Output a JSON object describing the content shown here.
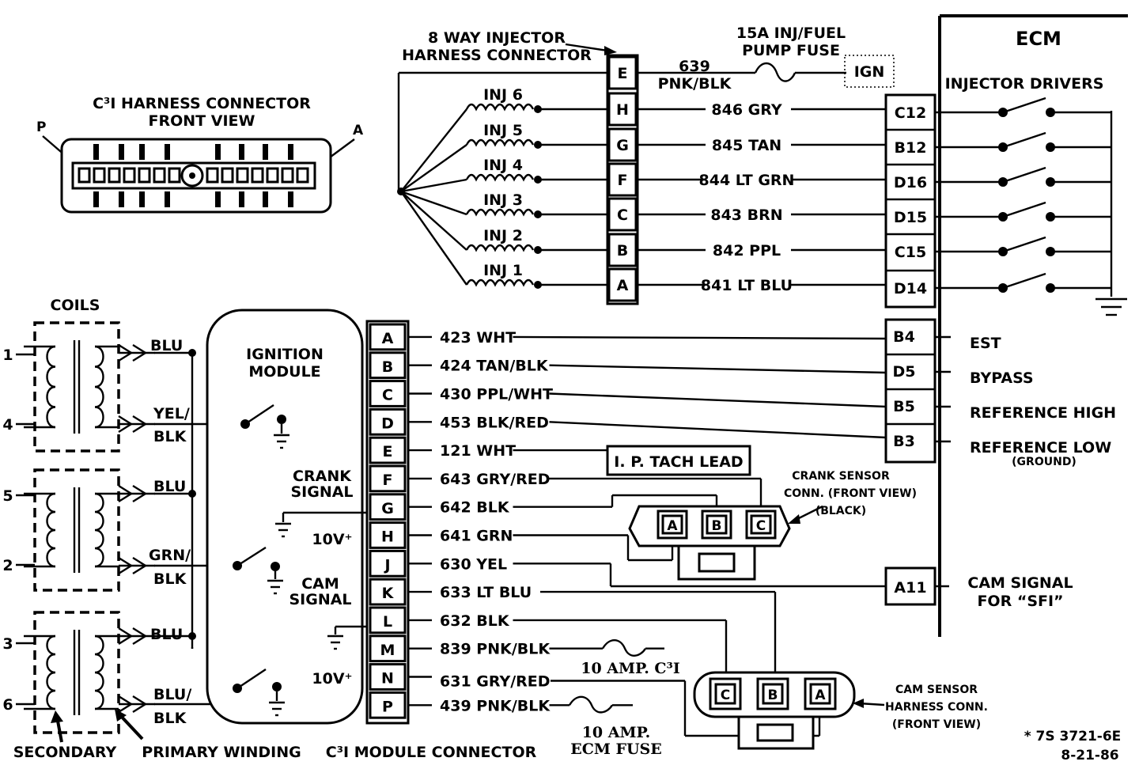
{
  "labels": {
    "c3i_title_1": "C³I HARNESS CONNECTOR",
    "c3i_title_2": "FRONT  VIEW",
    "pin_p": "P",
    "pin_a": "A",
    "coils_title": "COILS",
    "secondary": "SECONDARY",
    "primary_winding": "PRIMARY WINDING",
    "module_connector": "C³I MODULE CONNECTOR",
    "ignition_module_1": "IGNITION",
    "ignition_module_2": "MODULE",
    "crank_signal_1": "CRANK",
    "crank_signal_2": "SIGNAL",
    "cam_signal_1": "CAM",
    "cam_signal_2": "SIGNAL",
    "ten_v_1": "10V⁺",
    "ten_v_2": "10V⁺",
    "inj_connector_1": "8 WAY INJECTOR",
    "inj_connector_2": "HARNESS CONNECTOR",
    "fuse_15a_1": "15A INJ/FUEL",
    "fuse_15a_2": "PUMP FUSE",
    "ign": "IGN",
    "wire_639_num": "639",
    "wire_639_color": "PNK/BLK",
    "ecm_title": "ECM",
    "injector_drivers": "INJECTOR DRIVERS",
    "tach_lead": "I. P. TACH LEAD",
    "crank_sensor_1": "CRANK SENSOR",
    "crank_sensor_2": "CONN. (FRONT VIEW)",
    "crank_sensor_3": "(BLACK)",
    "cam_sensor_1": "CAM SENSOR",
    "cam_sensor_2": "HARNESS CONN.",
    "cam_sensor_3": "(FRONT VIEW)",
    "fuse_c3i": "10 AMP. C³I",
    "fuse_ecm_1": "10 AMP.",
    "fuse_ecm_2": "ECM FUSE",
    "doc_number": "* 7S 3721-6E",
    "doc_date": "8-21-86"
  },
  "coil_terminals": [
    "1",
    "4",
    "5",
    "2",
    "3",
    "6"
  ],
  "coil_wires": [
    "BLU",
    "YEL/",
    "BLK",
    "BLU",
    "GRN/",
    "BLK",
    "BLU",
    "BLU/",
    "BLK"
  ],
  "injectors": [
    {
      "name": "INJ 6",
      "pin": "H",
      "wire": "846 GRY",
      "ecm_pin": "C12"
    },
    {
      "name": "INJ 5",
      "pin": "G",
      "wire": "845 TAN",
      "ecm_pin": "B12"
    },
    {
      "name": "INJ 4",
      "pin": "F",
      "wire": "844 LT GRN",
      "ecm_pin": "D16"
    },
    {
      "name": "INJ 3",
      "pin": "C",
      "wire": "843 BRN",
      "ecm_pin": "D15"
    },
    {
      "name": "INJ 2",
      "pin": "B",
      "wire": "842 PPL",
      "ecm_pin": "C15"
    },
    {
      "name": "INJ 1",
      "pin": "A",
      "wire": "841 LT BLU",
      "ecm_pin": "D14"
    }
  ],
  "inj_connector_top_pin": "E",
  "module_pins": [
    {
      "pin": "A",
      "wire": "423 WHT"
    },
    {
      "pin": "B",
      "wire": "424 TAN/BLK"
    },
    {
      "pin": "C",
      "wire": "430 PPL/WHT"
    },
    {
      "pin": "D",
      "wire": "453 BLK/RED"
    },
    {
      "pin": "E",
      "wire": "121 WHT"
    },
    {
      "pin": "F",
      "wire": "643 GRY/RED"
    },
    {
      "pin": "G",
      "wire": "642 BLK"
    },
    {
      "pin": "H",
      "wire": "641 GRN"
    },
    {
      "pin": "J",
      "wire": "630 YEL"
    },
    {
      "pin": "K",
      "wire": "633 LT BLU"
    },
    {
      "pin": "L",
      "wire": "632 BLK"
    },
    {
      "pin": "M",
      "wire": "839 PNK/BLK"
    },
    {
      "pin": "N",
      "wire": ""
    },
    {
      "pin": "P",
      "wire": "439 PNK/BLK"
    }
  ],
  "wire_631": "631 GRY/RED",
  "ecm_signals": [
    {
      "pin": "B4",
      "label": "EST",
      "sub": ""
    },
    {
      "pin": "D5",
      "label": "BYPASS",
      "sub": ""
    },
    {
      "pin": "B5",
      "label": "REFERENCE HIGH",
      "sub": ""
    },
    {
      "pin": "B3",
      "label": "REFERENCE LOW",
      "sub": "(GROUND)"
    }
  ],
  "cam_ecm": {
    "pin": "A11",
    "label_1": "CAM SIGNAL",
    "label_2": "FOR “SFI”"
  },
  "crank_sensor_pins": [
    "A",
    "B",
    "C"
  ],
  "cam_sensor_pins": [
    "C",
    "B",
    "A"
  ]
}
